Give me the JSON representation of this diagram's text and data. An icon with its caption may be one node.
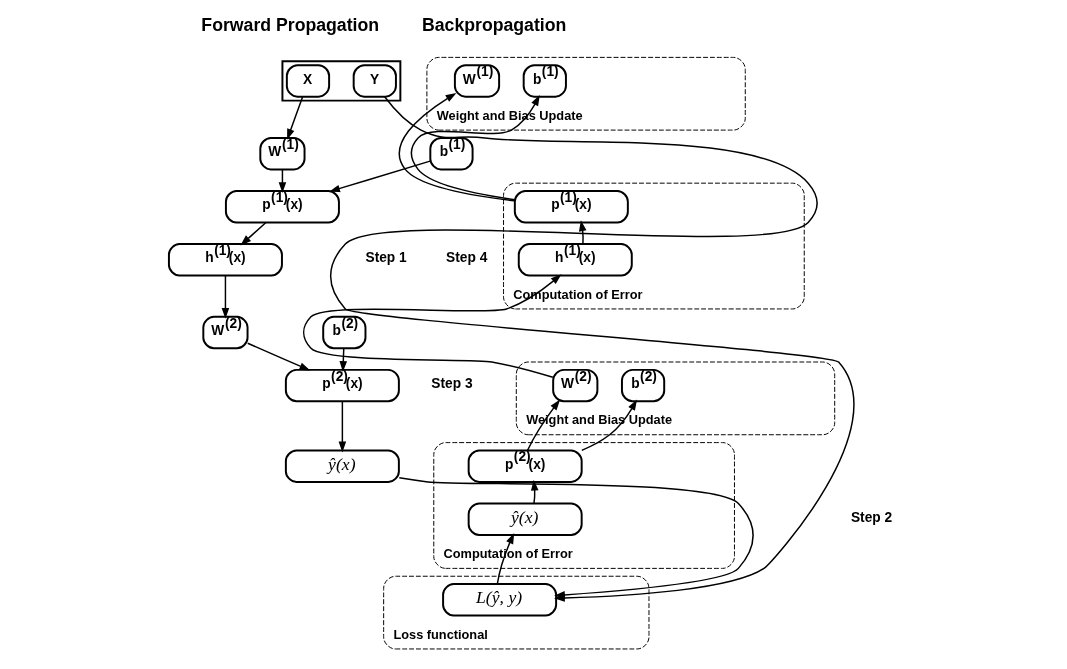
{
  "diagram": {
    "nodes": [
      {
        "text": [],
        "shape": "box"
      },
      {
        "text": [
          "X"
        ],
        "in": 0
      },
      {
        "text": [
          "Y"
        ],
        "in": 0
      },
      {
        "text": [
          "W$^{(1)}$"
        ]
      },
      {
        "text": [
          "b$^{(1)}$"
        ]
      },
      {
        "text": [
          "p$^{(1)}$(x)"
        ]
      },
      {
        "text": [
          "h$^{(1)}$(x)"
        ]
      },
      {
        "text": [
          "W$^{(2)}$"
        ]
      },
      {
        "text": [
          "b$^{(2)}$"
        ]
      },
      {
        "text": [
          "p$^{(2)}$(x)"
        ]
      },
      {
        "text": [
          "ŷ(x)"
        ]
      },
      {
        "text": [
          "Weight and Bias Update"
        ]
      },
      {
        "text": [
          "W$^{(1)}$"
        ],
        "in": 11
      },
      {
        "text": [
          "b$^{(1)}$"
        ],
        "in": 11
      },
      {
        "text": [
          "Computation of Error"
        ]
      },
      {
        "text": [
          "p$^{(1)}$(x)"
        ],
        "in": 14
      },
      {
        "text": [
          "h$^{(1)}$(x)"
        ],
        "in": 14
      },
      {
        "text": [
          "Weight and Bias Update"
        ]
      },
      {
        "text": [
          "W$^{(2)}$"
        ],
        "in": 17
      },
      {
        "text": [
          "b$^{(2)}$"
        ],
        "in": 17
      },
      {
        "text": [
          "Computation of Error"
        ]
      },
      {
        "text": [
          "p$^{(2)}$(x)"
        ],
        "in": 20
      },
      {
        "text": [
          "ŷ(x)"
        ],
        "in": 20
      },
      {
        "text": [
          "Loss functional"
        ]
      },
      {
        "text": [
          "L(ŷ, y)"
        ],
        "in": 23
      }
    ],
    "edges": [
      {
        "from": 1,
        "to": 3,
        "arrow": "to"
      },
      {
        "from": 3,
        "to": 5,
        "arrow": "to"
      },
      {
        "from": 4,
        "to": 5,
        "arrow": "to"
      },
      {
        "from": 5,
        "to": 6,
        "arrow": "to"
      },
      {
        "from": 6,
        "to": 7,
        "arrow": "to"
      },
      {
        "from": 7,
        "to": 9,
        "arrow": "to"
      },
      {
        "from": 8,
        "to": 9,
        "arrow": "to"
      },
      {
        "from": 9,
        "to": 10,
        "arrow": "to"
      },
      {
        "from": 10,
        "to": 24,
        "arrow": "to"
      },
      {
        "from": 2,
        "to": 24,
        "arrow": "to"
      },
      {
        "from": 24,
        "to": 22,
        "arrow": "to"
      },
      {
        "from": 22,
        "to": 21,
        "arrow": "to"
      },
      {
        "from": 21,
        "to": 18,
        "arrow": "to"
      },
      {
        "from": 21,
        "to": 19,
        "arrow": "to"
      },
      {
        "from": 18,
        "to": 16,
        "arrow": "to"
      },
      {
        "from": 16,
        "to": 15,
        "arrow": "to"
      },
      {
        "from": 15,
        "to": 12,
        "arrow": "to"
      },
      {
        "from": 15,
        "to": 13,
        "arrow": "to"
      }
    ],
    "labels": [
      "Forward Propagation",
      "Backpropagation",
      "Step 1",
      "Step 4",
      "Step 3",
      "Step 2"
    ]
  }
}
